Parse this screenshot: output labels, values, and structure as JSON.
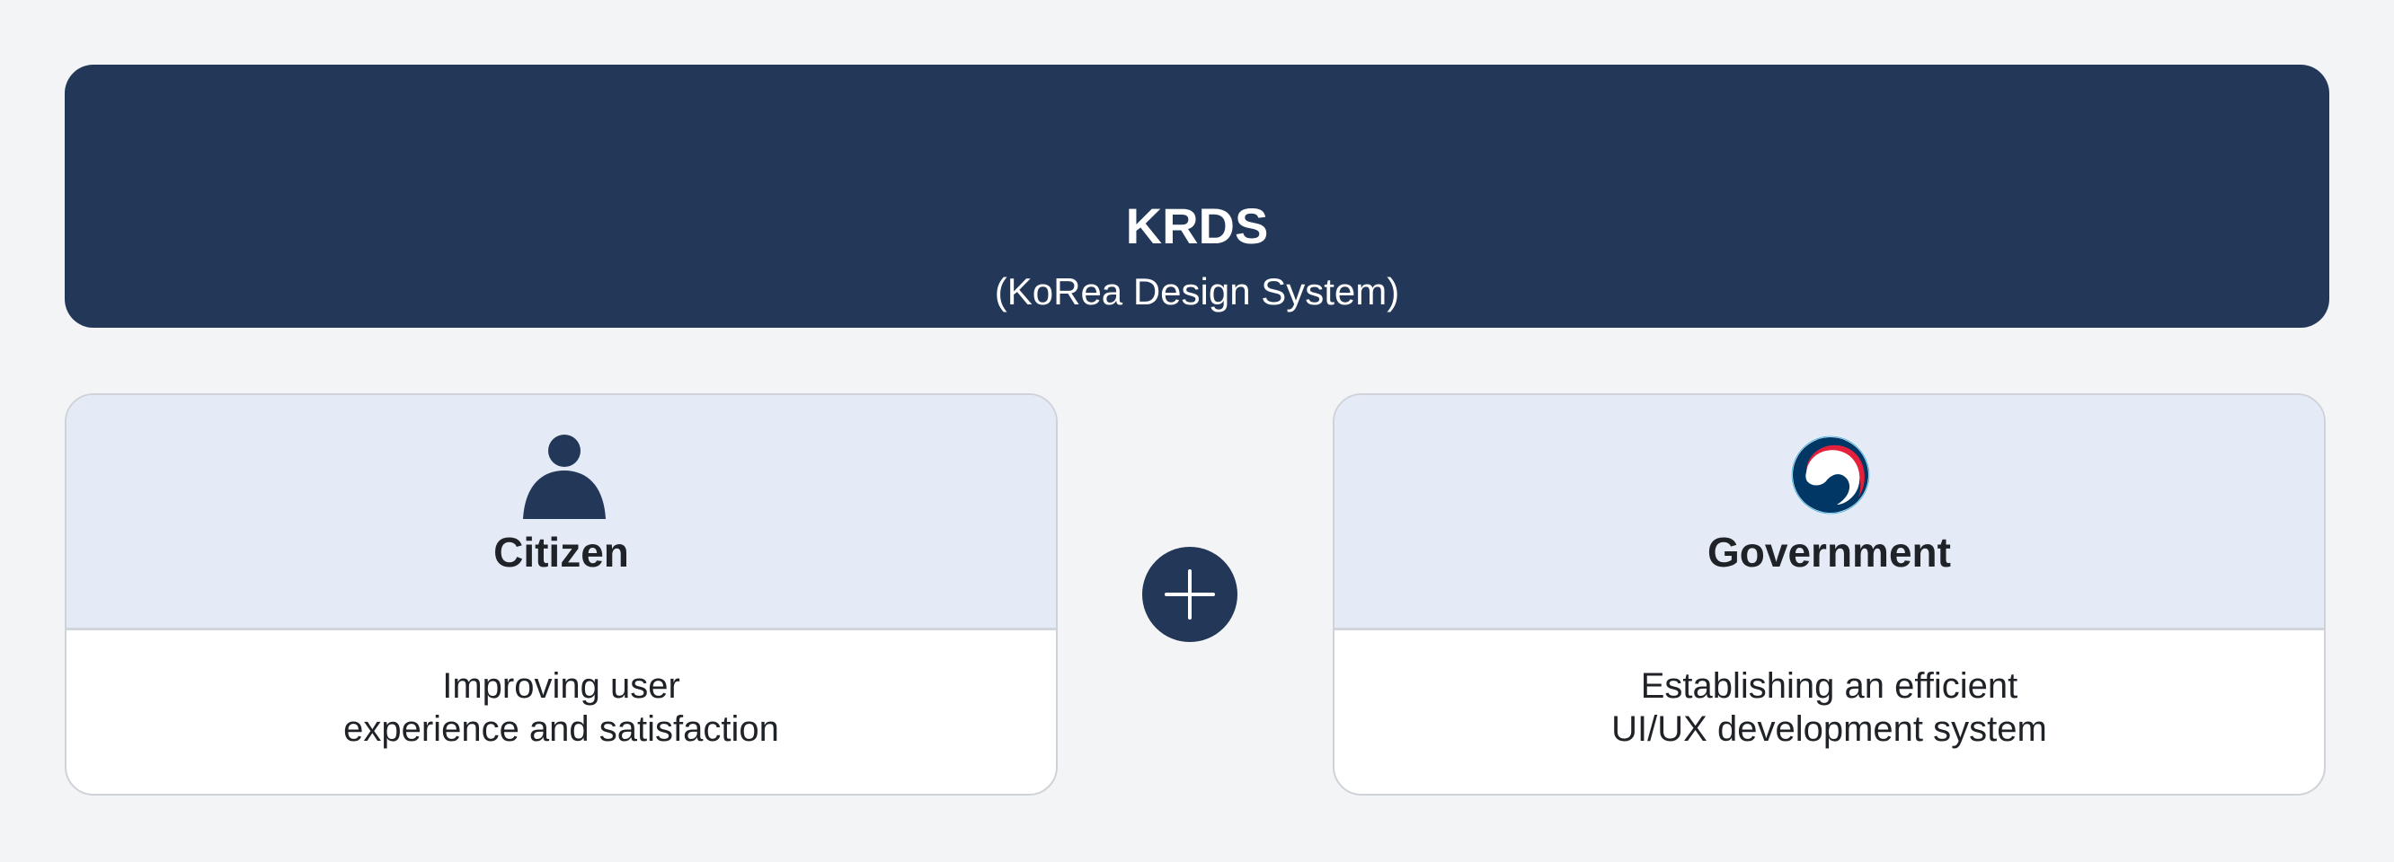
{
  "header": {
    "title": "KRDS",
    "subtitle": "(KoRea Design System)"
  },
  "cards": [
    {
      "icon": "person-icon",
      "title": "Citizen",
      "description_lines": [
        "Improving user",
        "experience and satisfaction"
      ]
    },
    {
      "icon": "korea-government-emblem-icon",
      "title": "Government",
      "description_lines": [
        "Establishing an efficient",
        "UI/UX development system"
      ]
    }
  ],
  "connector": {
    "icon": "plus-icon"
  },
  "colors": {
    "background": "#f3f4f6",
    "navy": "#233858",
    "card_header": "#e4ebf7",
    "card_border": "#cfd2d8",
    "text": "#1f2328",
    "emblem_red": "#e4203c",
    "emblem_blue": "#003764"
  }
}
